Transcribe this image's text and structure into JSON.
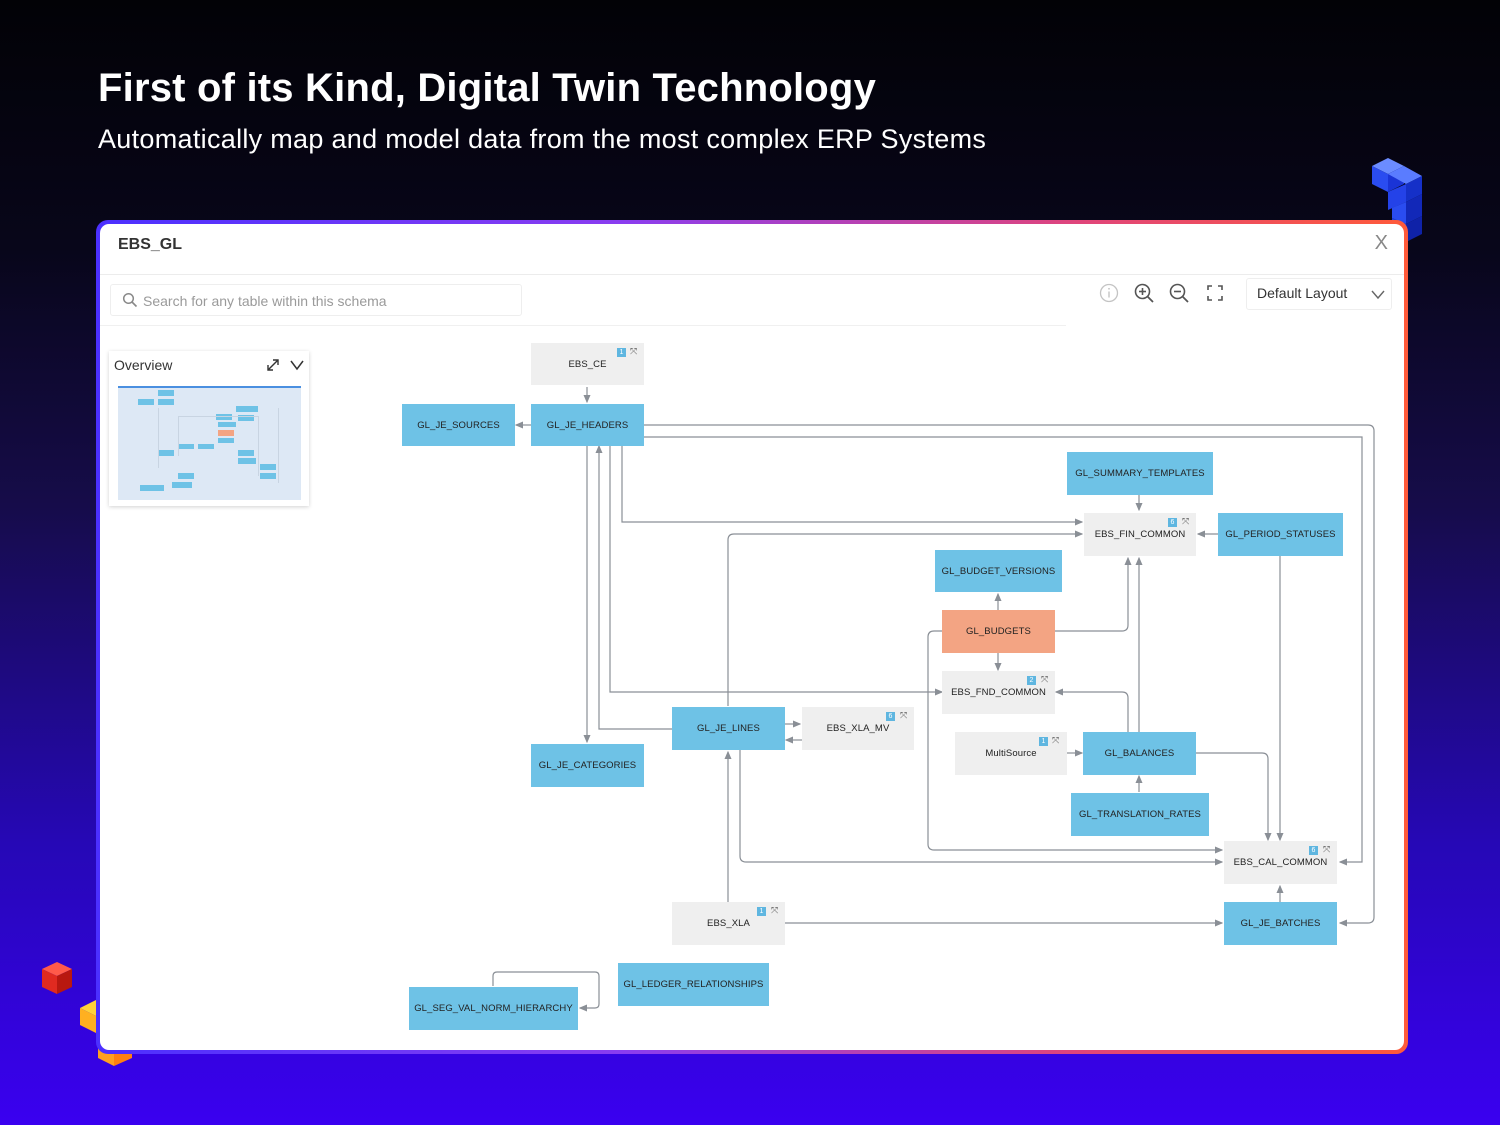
{
  "headline": "First of its Kind, Digital Twin Technology",
  "subheadline": "Automatically map and model data from the most complex ERP Systems",
  "window": {
    "title": "EBS_GL",
    "close_label": "X",
    "search_placeholder": "Search for any table within this schema",
    "layout_select": "Default Layout"
  },
  "overview": {
    "title": "Overview"
  },
  "colors": {
    "table_node": "#6ec2e6",
    "schema_node": "#efefef",
    "selected_node": "#f3a483",
    "edge": "#8a8f96"
  },
  "nodes": {
    "ebs_ce": {
      "label": "EBS_CE",
      "badge": "1"
    },
    "gl_je_sources": {
      "label": "GL_JE_SOURCES"
    },
    "gl_je_headers": {
      "label": "GL_JE_HEADERS"
    },
    "gl_summary_templates": {
      "label": "GL_SUMMARY_TEMPLATES"
    },
    "ebs_fin_common": {
      "label": "EBS_FIN_COMMON",
      "badge": "6"
    },
    "gl_period_statuses": {
      "label": "GL_PERIOD_STATUSES"
    },
    "gl_budget_versions": {
      "label": "GL_BUDGET_VERSIONS"
    },
    "gl_budgets": {
      "label": "GL_BUDGETS"
    },
    "ebs_fnd_common": {
      "label": "EBS_FND_COMMON",
      "badge": "2"
    },
    "gl_je_lines": {
      "label": "GL_JE_LINES"
    },
    "ebs_xla_mv": {
      "label": "EBS_XLA_MV",
      "badge": "6"
    },
    "multisource": {
      "label": "MultiSource",
      "badge": "1"
    },
    "gl_balances": {
      "label": "GL_BALANCES"
    },
    "gl_je_categories": {
      "label": "GL_JE_CATEGORIES"
    },
    "gl_translation_rates": {
      "label": "GL_TRANSLATION_RATES"
    },
    "ebs_cal_common": {
      "label": "EBS_CAL_COMMON",
      "badge": "6"
    },
    "ebs_xla": {
      "label": "EBS_XLA",
      "badge": "1"
    },
    "gl_je_batches": {
      "label": "GL_JE_BATCHES"
    },
    "gl_ledger_relationships": {
      "label": "GL_LEDGER_RELATIONSHIPS"
    },
    "gl_seg_val_norm_hierarchy": {
      "label": "GL_SEG_VAL_NORM_HIERARCHY"
    }
  }
}
